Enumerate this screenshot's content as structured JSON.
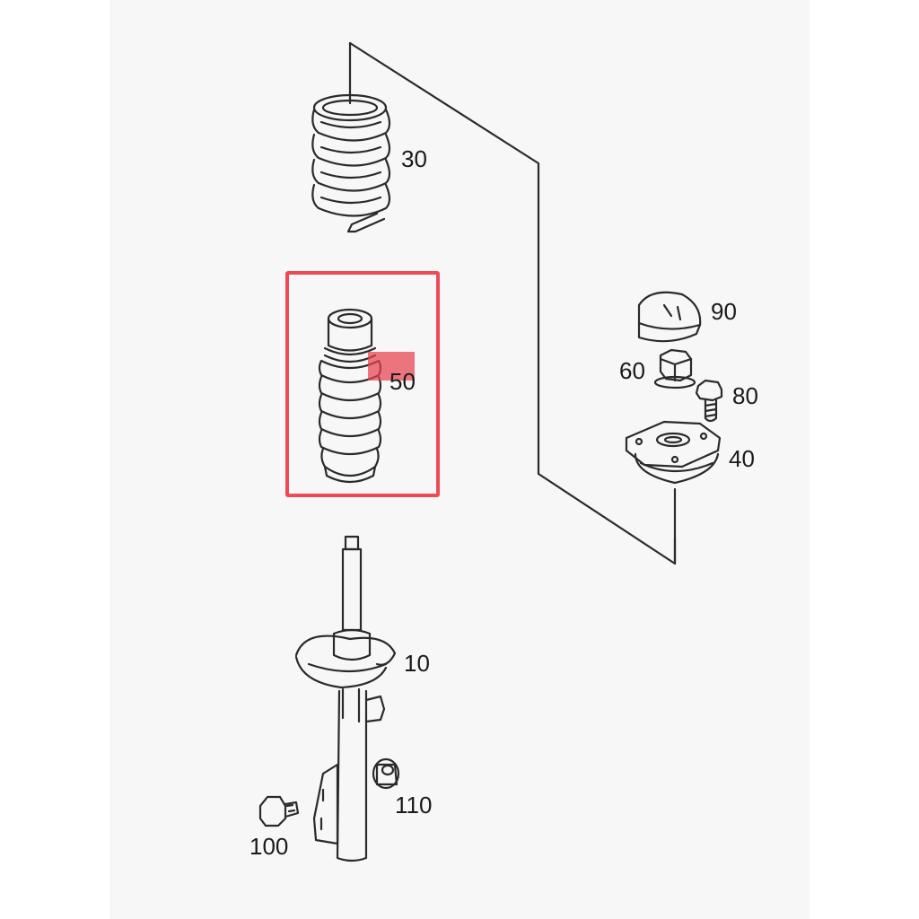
{
  "diagram": {
    "parts": [
      {
        "id": "spring",
        "number": "30"
      },
      {
        "id": "bump-stop-boot",
        "number": "50",
        "highlighted": true
      },
      {
        "id": "cap",
        "number": "90"
      },
      {
        "id": "nut",
        "number": "60"
      },
      {
        "id": "bolt-small",
        "number": "80"
      },
      {
        "id": "strut-mount",
        "number": "40"
      },
      {
        "id": "shock-absorber",
        "number": "10"
      },
      {
        "id": "flange-nut",
        "number": "110"
      },
      {
        "id": "flange-bolt",
        "number": "100"
      }
    ],
    "highlight_color": "#ee4a55",
    "line_color": "#2a2a2a"
  }
}
